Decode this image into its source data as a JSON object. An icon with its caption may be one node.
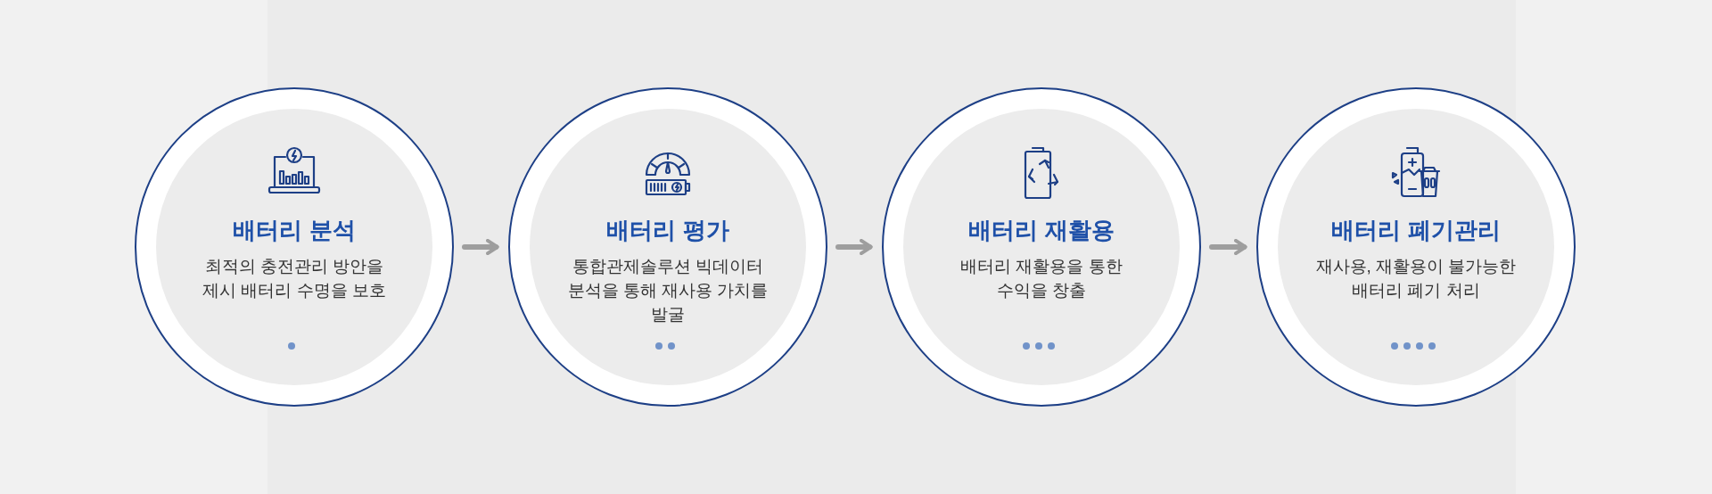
{
  "diagram": {
    "nodes": [
      {
        "text": [
          "배터리 분석",
          "최적의 충전관리 방안을 제시 배터리 수명을 보호"
        ]
      },
      {
        "text": [
          "배터리 평가",
          "통합관제솔루션 빅데이터 분석을 통해 재사용 가치를 발굴"
        ]
      },
      {
        "text": [
          "배터리 재활용",
          "배터리 재활용을 통한 수익을 창출"
        ]
      },
      {
        "text": [
          "배터리 폐기관리",
          "재사용, 재활용이 불가능한 배터리 폐기 처리"
        ]
      }
    ],
    "edges": [
      {
        "from": 0,
        "to": 1,
        "arrow": "to"
      },
      {
        "from": 1,
        "to": 2,
        "arrow": "to"
      },
      {
        "from": 2,
        "to": 3,
        "arrow": "to"
      }
    ]
  }
}
